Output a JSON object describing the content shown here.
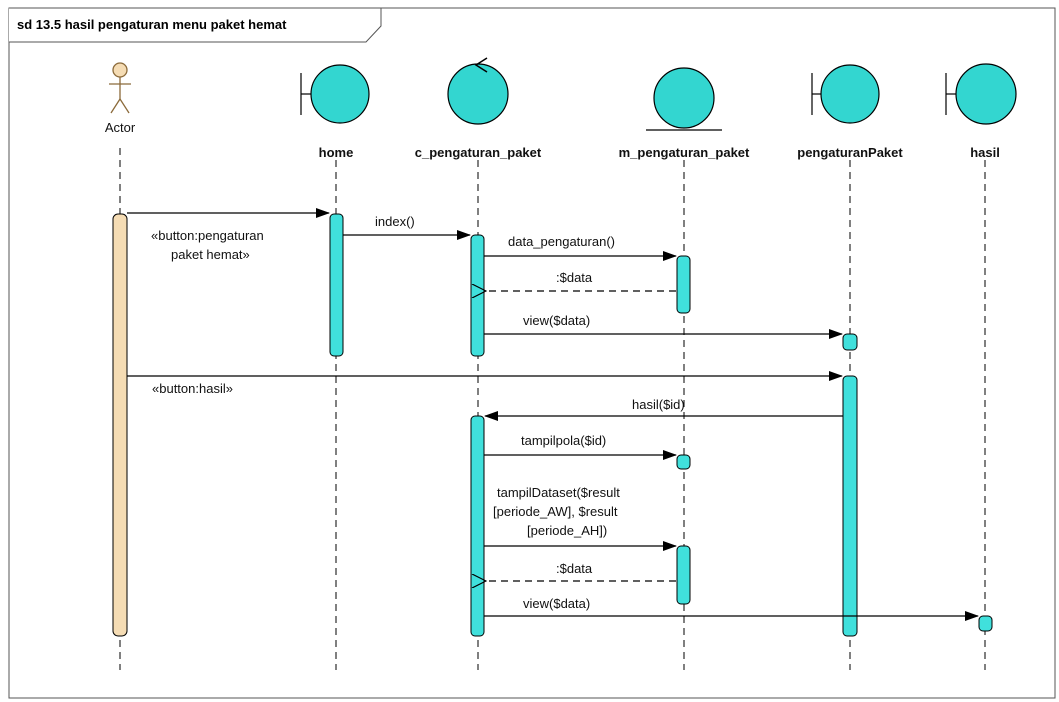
{
  "frame": {
    "title": "sd 13.5 hasil pengaturan menu paket hemat"
  },
  "participants": {
    "actor": "Actor",
    "home": "home",
    "c_pengaturan_paket": "c_pengaturan_paket",
    "m_pengaturan_paket": "m_pengaturan_paket",
    "pengaturanPaket": "pengaturanPaket",
    "hasil": "hasil"
  },
  "messages": {
    "m1_line1": "«button:pengaturan",
    "m1_line2": "paket hemat»",
    "m2": "index()",
    "m3": "data_pengaturan()",
    "m4": ":$data",
    "m5": "view($data)",
    "m6": "«button:hasil»",
    "m7": "hasil($id)",
    "m8": "tampilpola($id)",
    "m9_line1": "tampilDataset($result",
    "m9_line2": "[periode_AW], $result",
    "m9_line3": "[periode_AH])",
    "m10": ":$data",
    "m11": "view($data)"
  },
  "colors": {
    "object_fill": "#33d6d0",
    "activation_fill": "#40e0dc",
    "actor_bar": "#f5dcb4",
    "line": "#000000"
  }
}
